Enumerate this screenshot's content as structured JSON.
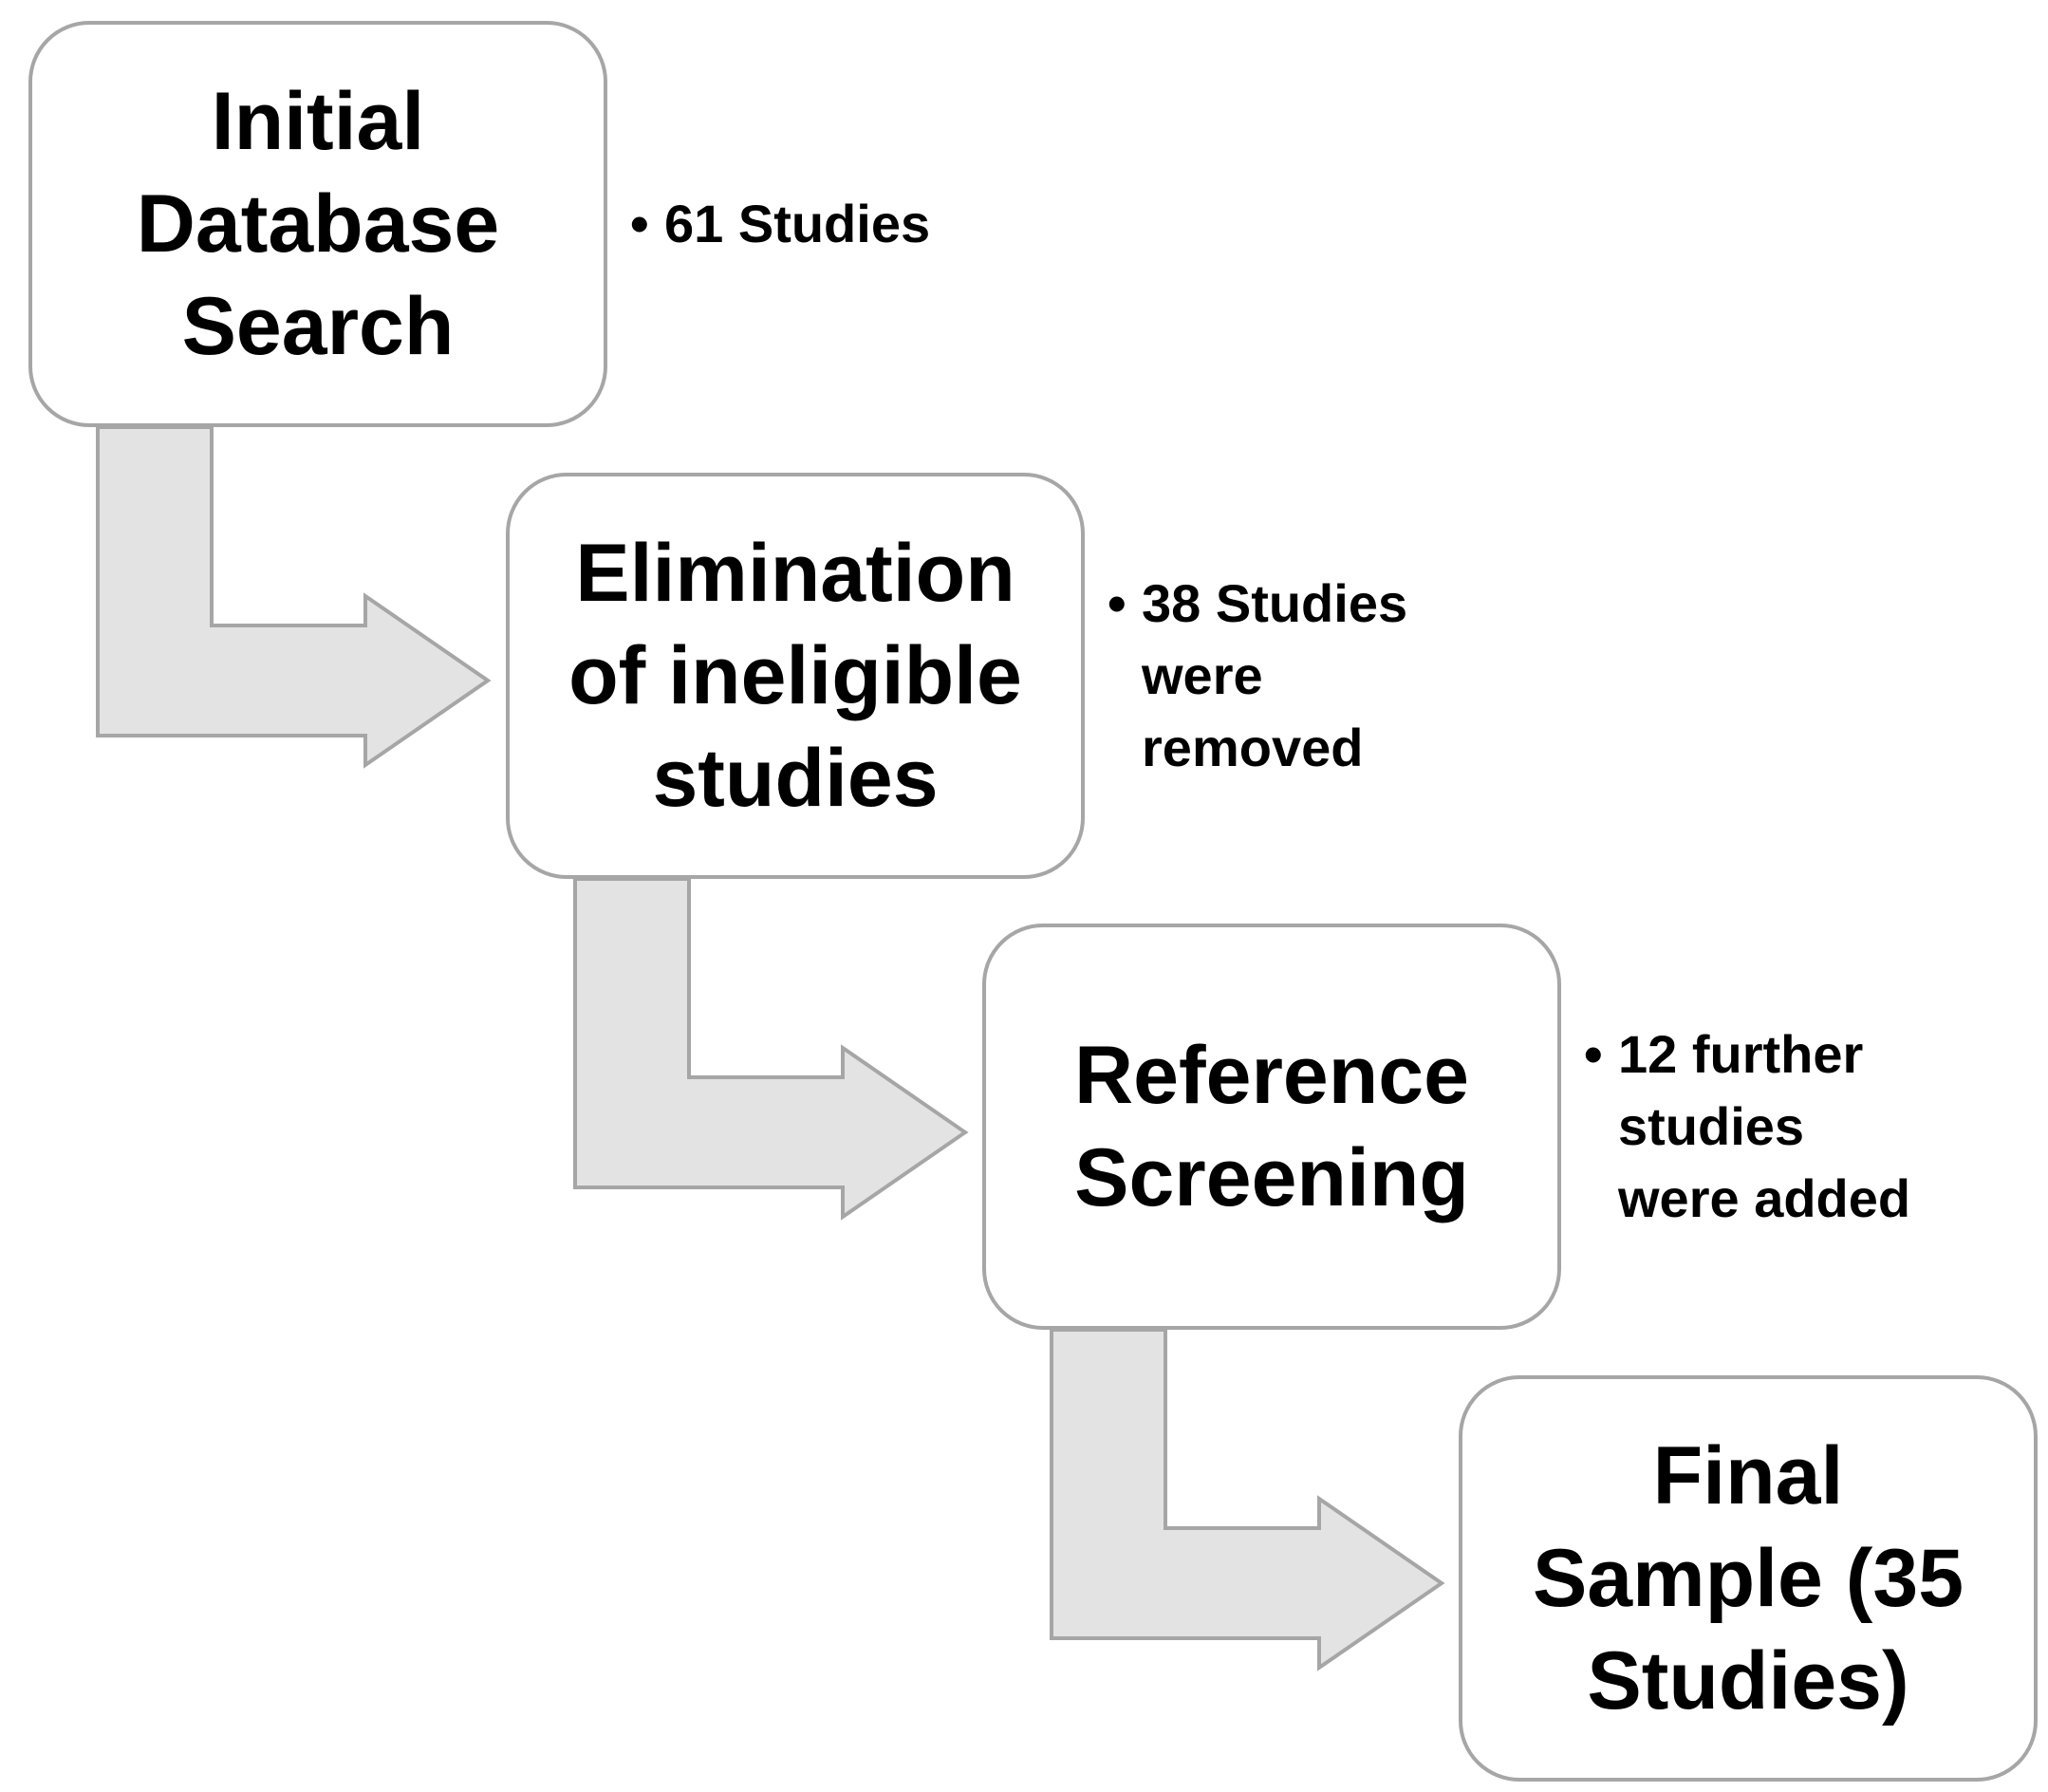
{
  "diagram": {
    "steps": [
      {
        "label": "Initial\nDatabase\nSearch"
      },
      {
        "label": "Elimination\nof ineligible\nstudies"
      },
      {
        "label": "Reference\nScreening"
      },
      {
        "label": "Final\nSample (35\nStudies)"
      }
    ],
    "notes": [
      {
        "bullet": "•",
        "text": "61 Studies"
      },
      {
        "bullet": "•",
        "text": "38 Studies\nwere\nremoved"
      },
      {
        "bullet": "•",
        "text": "12 further\nstudies\nwere added"
      }
    ],
    "colors": {
      "box_border": "#a6a6a6",
      "arrow_fill": "#e3e3e3",
      "arrow_stroke": "#a6a6a6",
      "text": "#000000"
    }
  }
}
